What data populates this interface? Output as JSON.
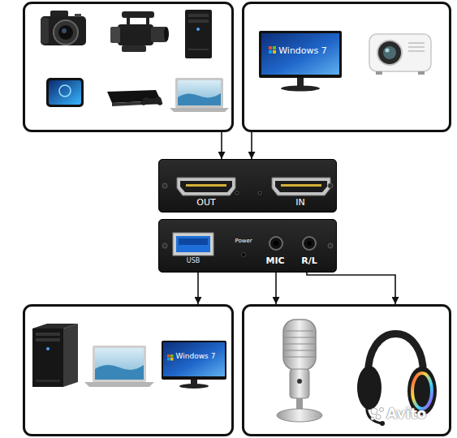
{
  "diagram": {
    "nodes": [
      {
        "text": []
      },
      {
        "text": [
          "Windows 7"
        ]
      },
      {
        "text": [
          "OUT",
          "IN"
        ]
      },
      {
        "text": [
          "USB",
          "Power",
          "MIC",
          "R/L"
        ]
      },
      {
        "text": [
          "Windows 7"
        ]
      },
      {
        "text": []
      }
    ],
    "edges": [
      {
        "from": 0,
        "to": 2,
        "arrow": "to"
      },
      {
        "from": 1,
        "to": 2,
        "arrow": "to"
      },
      {
        "from": 3,
        "to": 4,
        "arrow": "to"
      },
      {
        "from": 3,
        "to": 5,
        "arrow": "to"
      },
      {
        "from": 3,
        "to": 5,
        "arrow": "to"
      }
    ],
    "labels": [
      "Avito"
    ]
  }
}
